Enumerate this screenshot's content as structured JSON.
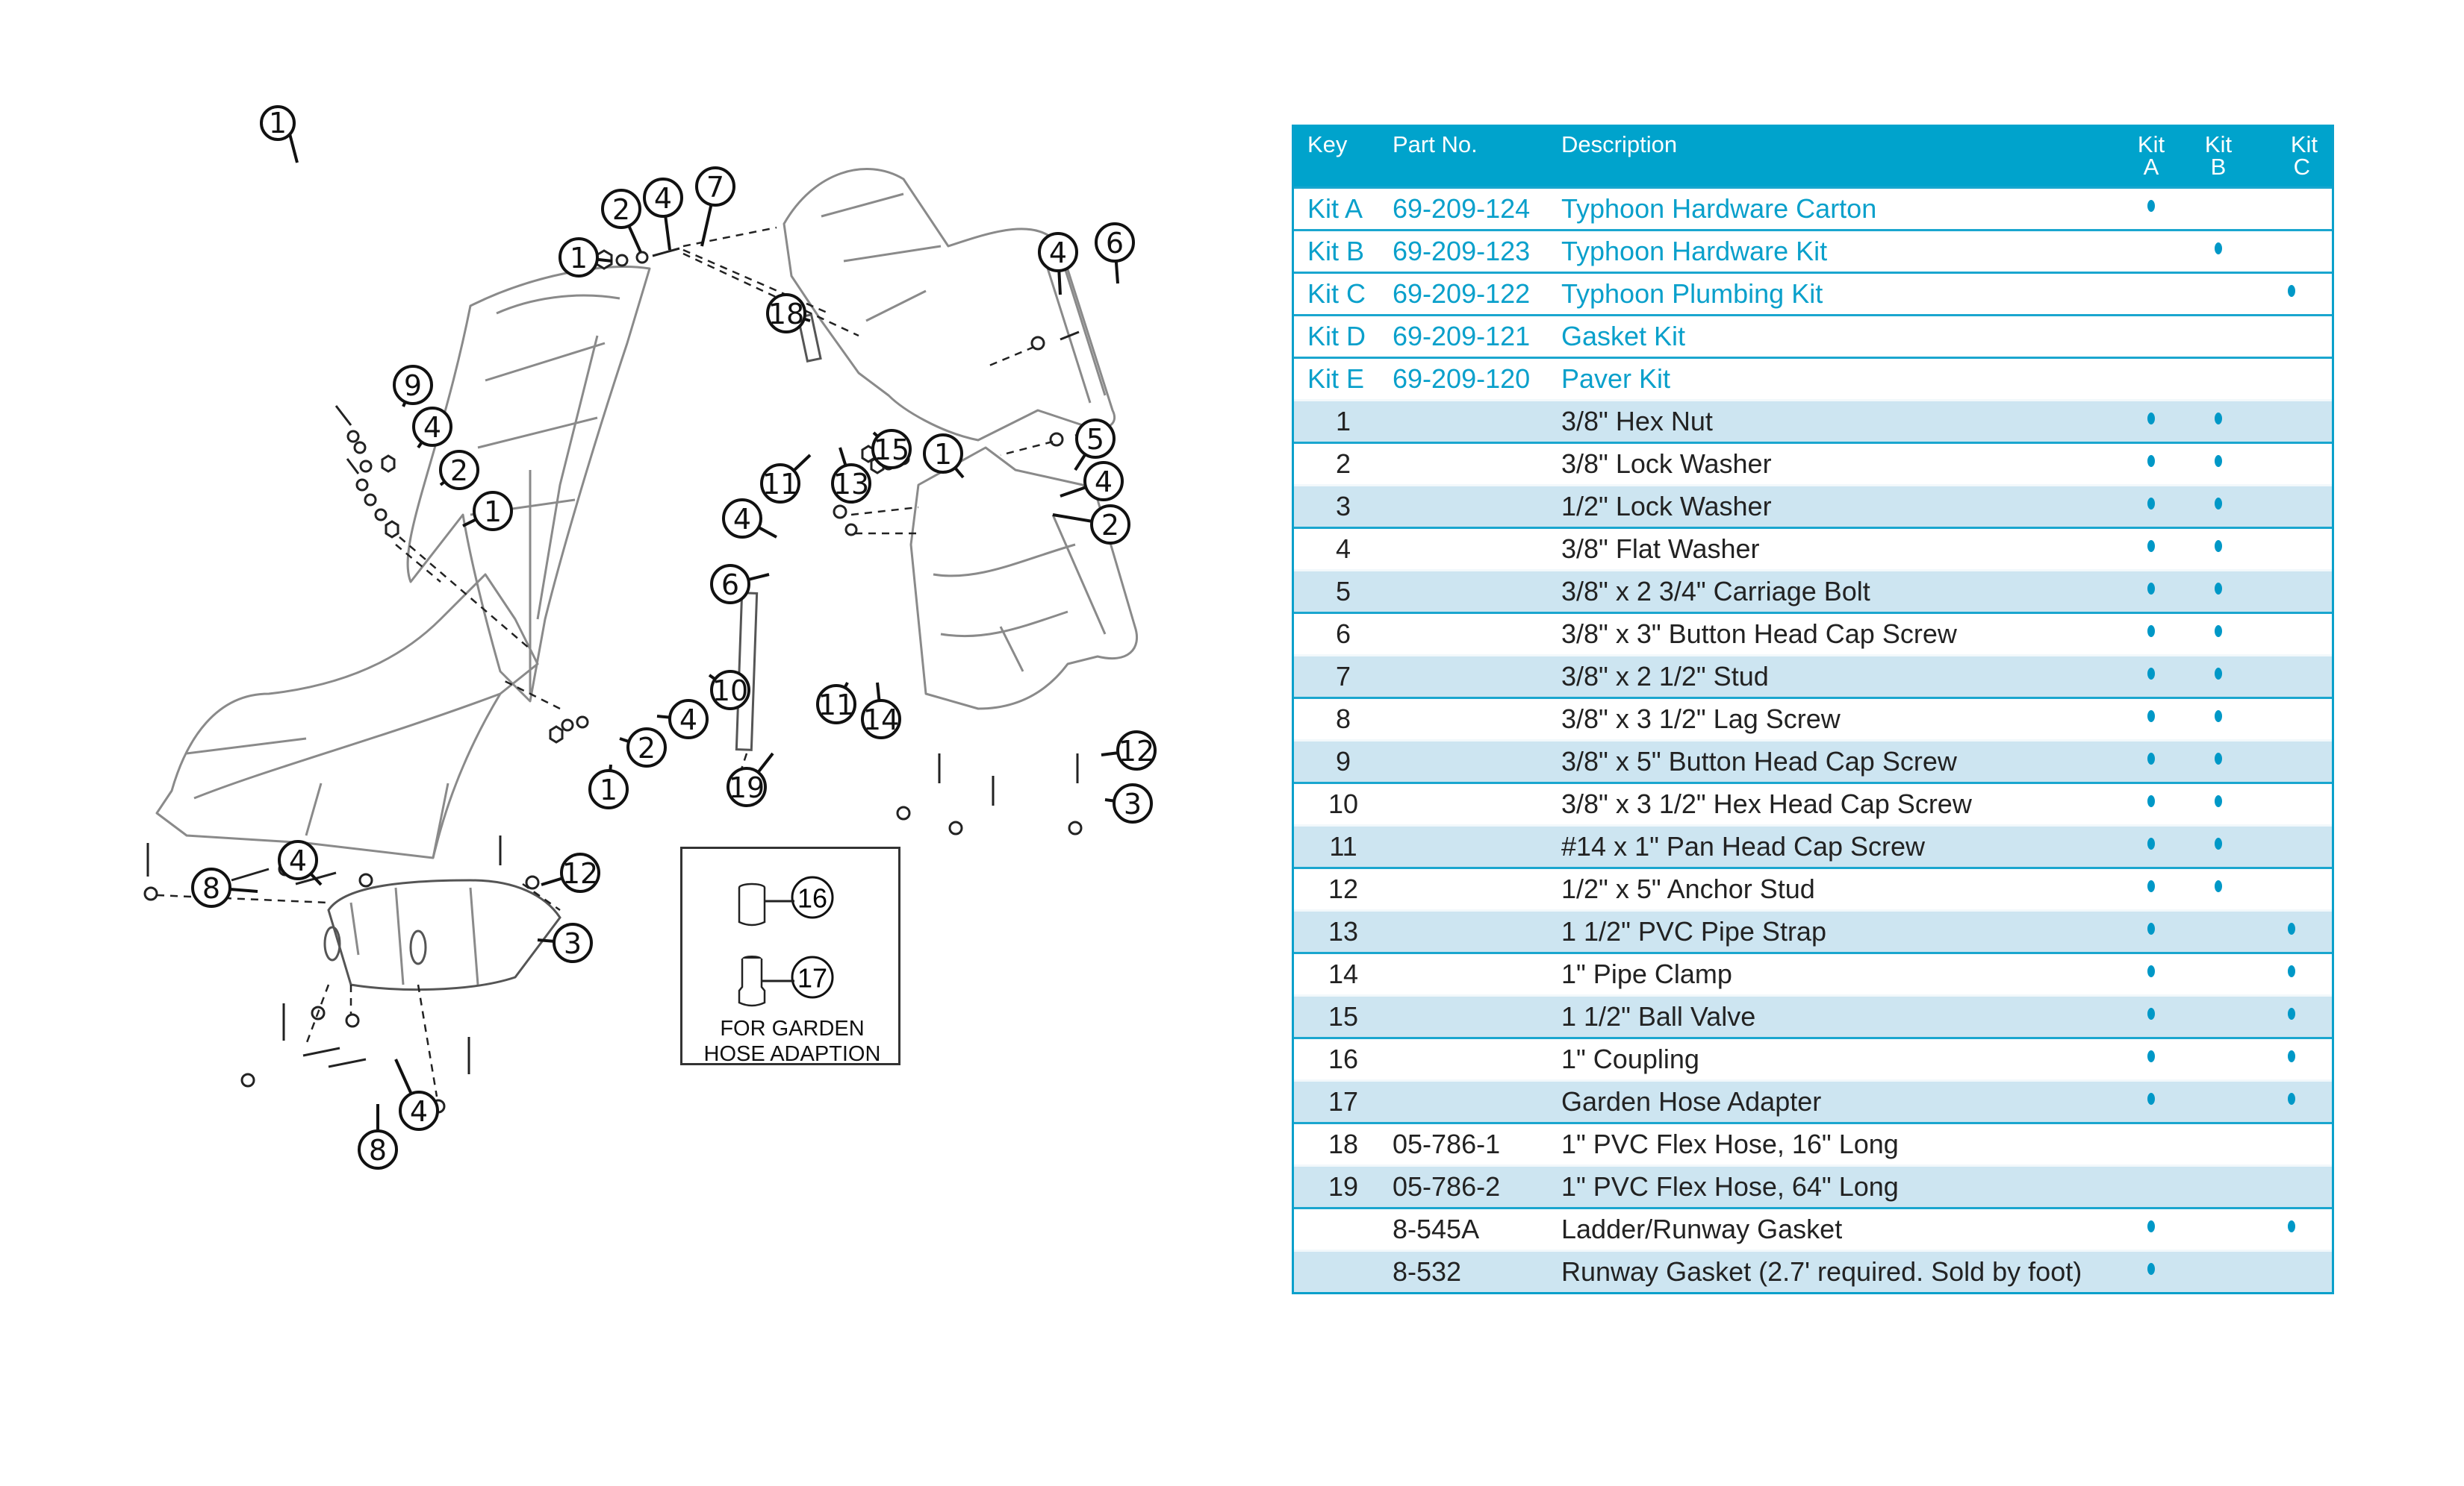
{
  "diagram": {
    "title": "Typhoon slide exploded parts diagram",
    "inset_box": {
      "label_line1": "FOR GARDEN",
      "label_line2": "HOSE ADAPTION",
      "callouts": [
        "16",
        "17"
      ]
    },
    "callouts": [
      "1",
      "2",
      "4",
      "7",
      "18",
      "4",
      "6",
      "9",
      "4",
      "2",
      "1",
      "11",
      "13",
      "15",
      "1",
      "5",
      "4",
      "2",
      "4",
      "6",
      "10",
      "4",
      "2",
      "1",
      "11",
      "14",
      "19",
      "12",
      "3",
      "8",
      "4",
      "12",
      "3",
      "4",
      "8"
    ]
  },
  "table": {
    "header": {
      "key": "Key",
      "part_no": "Part No.",
      "description": "Description",
      "kit_a_line1": "Kit",
      "kit_a_line2": "A",
      "kit_b_line1": "Kit",
      "kit_b_line2": "B",
      "kit_c_line1": "Kit",
      "kit_c_line2": "C"
    },
    "kit_marker": "•",
    "accent_color": "#00a3cc",
    "rows": [
      {
        "key": "Kit A",
        "part_no": "69-209-124",
        "description": "Typhoon Hardware Carton",
        "kit_a": true,
        "kit_b": false,
        "kit_c": false
      },
      {
        "key": "Kit B",
        "part_no": "69-209-123",
        "description": "Typhoon Hardware Kit",
        "kit_a": false,
        "kit_b": true,
        "kit_c": false
      },
      {
        "key": "Kit C",
        "part_no": "69-209-122",
        "description": "Typhoon Plumbing Kit",
        "kit_a": false,
        "kit_b": false,
        "kit_c": true
      },
      {
        "key": "Kit D",
        "part_no": "69-209-121",
        "description": "Gasket Kit",
        "kit_a": false,
        "kit_b": false,
        "kit_c": false
      },
      {
        "key": "Kit E",
        "part_no": "69-209-120",
        "description": "Paver Kit",
        "kit_a": false,
        "kit_b": false,
        "kit_c": false
      },
      {
        "key": "1",
        "part_no": "",
        "description": "3/8\" Hex Nut",
        "kit_a": true,
        "kit_b": true,
        "kit_c": false
      },
      {
        "key": "2",
        "part_no": "",
        "description": "3/8\" Lock Washer",
        "kit_a": true,
        "kit_b": true,
        "kit_c": false
      },
      {
        "key": "3",
        "part_no": "",
        "description": "1/2\" Lock Washer",
        "kit_a": true,
        "kit_b": true,
        "kit_c": false
      },
      {
        "key": "4",
        "part_no": "",
        "description": "3/8\" Flat Washer",
        "kit_a": true,
        "kit_b": true,
        "kit_c": false
      },
      {
        "key": "5",
        "part_no": "",
        "description": "3/8\" x 2 3/4\" Carriage Bolt",
        "kit_a": true,
        "kit_b": true,
        "kit_c": false
      },
      {
        "key": "6",
        "part_no": "",
        "description": "3/8\" x 3\" Button Head Cap Screw",
        "kit_a": true,
        "kit_b": true,
        "kit_c": false
      },
      {
        "key": "7",
        "part_no": "",
        "description": "3/8\" x 2 1/2\" Stud",
        "kit_a": true,
        "kit_b": true,
        "kit_c": false
      },
      {
        "key": "8",
        "part_no": "",
        "description": "3/8\" x 3 1/2\" Lag Screw",
        "kit_a": true,
        "kit_b": true,
        "kit_c": false
      },
      {
        "key": "9",
        "part_no": "",
        "description": "3/8\" x 5\" Button Head Cap Screw",
        "kit_a": true,
        "kit_b": true,
        "kit_c": false
      },
      {
        "key": "10",
        "part_no": "",
        "description": "3/8\" x 3 1/2\" Hex Head Cap Screw",
        "kit_a": true,
        "kit_b": true,
        "kit_c": false
      },
      {
        "key": "11",
        "part_no": "",
        "description": "#14 x 1\" Pan Head Cap Screw",
        "kit_a": true,
        "kit_b": true,
        "kit_c": false
      },
      {
        "key": "12",
        "part_no": "",
        "description": "1/2\" x 5\" Anchor Stud",
        "kit_a": true,
        "kit_b": true,
        "kit_c": false
      },
      {
        "key": "13",
        "part_no": "",
        "description": "1 1/2\" PVC Pipe Strap",
        "kit_a": true,
        "kit_b": false,
        "kit_c": true
      },
      {
        "key": "14",
        "part_no": "",
        "description": "1\" Pipe Clamp",
        "kit_a": true,
        "kit_b": false,
        "kit_c": true
      },
      {
        "key": "15",
        "part_no": "",
        "description": "1 1/2\" Ball Valve",
        "kit_a": true,
        "kit_b": false,
        "kit_c": true
      },
      {
        "key": "16",
        "part_no": "",
        "description": "1\" Coupling",
        "kit_a": true,
        "kit_b": false,
        "kit_c": true
      },
      {
        "key": "17",
        "part_no": "",
        "description": "Garden Hose Adapter",
        "kit_a": true,
        "kit_b": false,
        "kit_c": true
      },
      {
        "key": "18",
        "part_no": "05-786-1",
        "description": "1\" PVC Flex Hose, 16\" Long",
        "kit_a": false,
        "kit_b": false,
        "kit_c": false
      },
      {
        "key": "19",
        "part_no": "05-786-2",
        "description": "1\" PVC Flex Hose, 64\" Long",
        "kit_a": false,
        "kit_b": false,
        "kit_c": false
      },
      {
        "key": "",
        "part_no": "8-545A",
        "description": "Ladder/Runway Gasket",
        "kit_a": true,
        "kit_b": false,
        "kit_c": true
      },
      {
        "key": "",
        "part_no": "8-532",
        "description": "Runway Gasket (2.7' required. Sold by foot)",
        "kit_a": true,
        "kit_b": false,
        "kit_c": false
      }
    ]
  }
}
